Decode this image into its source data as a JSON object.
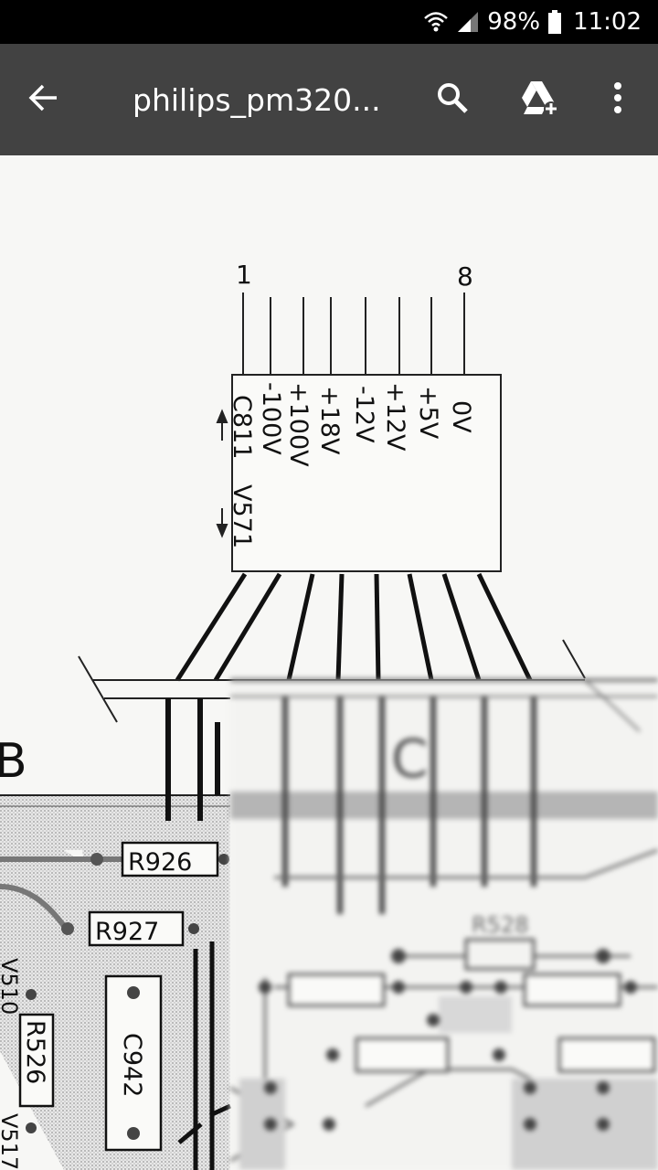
{
  "status_bar": {
    "battery": "98%",
    "time": "11:02",
    "icons": [
      "wifi-icon",
      "signal-icon",
      "battery-icon"
    ]
  },
  "app_bar": {
    "title": "philips_pm320...",
    "icons": [
      "back-arrow-icon",
      "search-icon",
      "add-to-drive-icon",
      "more-vert-icon"
    ],
    "background": "#424242"
  },
  "document": {
    "pin_labels": {
      "first": "1",
      "last": "8"
    },
    "connector_signals": [
      "-100V",
      "+100V",
      "+18V",
      "-12V",
      "+12V",
      "+5V",
      "0V"
    ],
    "side_refs": [
      "C811",
      "V571"
    ],
    "section_letter_left": "B",
    "section_letter_right": "C",
    "components": [
      "R926",
      "R927",
      "C942",
      "R526",
      "V510",
      "V517",
      "R528"
    ]
  }
}
